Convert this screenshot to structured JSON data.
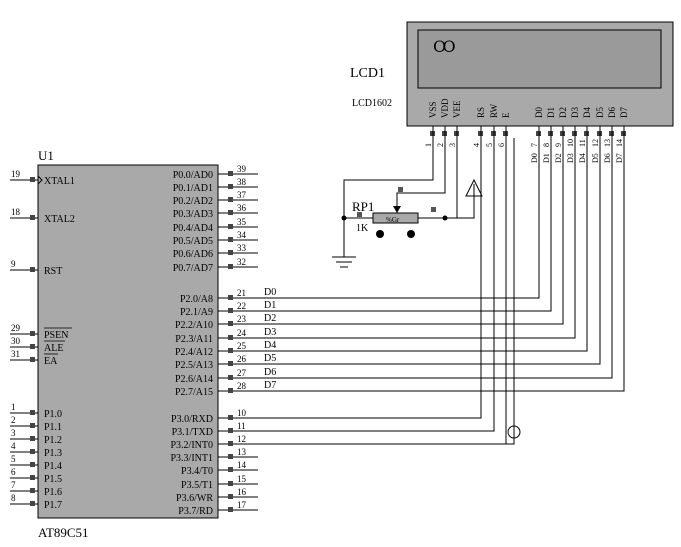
{
  "lcd": {
    "ref": "LCD1",
    "part": "LCD1602",
    "display_glyph": "Ꝏ",
    "pins": [
      {
        "name": "VSS",
        "num": "1"
      },
      {
        "name": "VDD",
        "num": "2"
      },
      {
        "name": "VEE",
        "num": "3"
      },
      {
        "name": "RS",
        "num": "4"
      },
      {
        "name": "RW",
        "num": "5"
      },
      {
        "name": "E",
        "num": "6"
      },
      {
        "name": "D0",
        "num": "7"
      },
      {
        "name": "D1",
        "num": "8"
      },
      {
        "name": "D2",
        "num": "9"
      },
      {
        "name": "D3",
        "num": "10"
      },
      {
        "name": "D4",
        "num": "11"
      },
      {
        "name": "D5",
        "num": "12"
      },
      {
        "name": "D6",
        "num": "13"
      },
      {
        "name": "D7",
        "num": "14"
      }
    ]
  },
  "pot": {
    "ref": "RP1",
    "value": "1K",
    "body_text": "%Gr"
  },
  "mcu": {
    "ref": "U1",
    "part": "AT89C51",
    "left_pins": [
      {
        "num": "19",
        "name": "XTAL1"
      },
      {
        "num": "18",
        "name": "XTAL2"
      },
      {
        "num": "9",
        "name": "RST"
      },
      {
        "num": "29",
        "name": "PSEN"
      },
      {
        "num": "30",
        "name": "ALE"
      },
      {
        "num": "31",
        "name": "EA"
      },
      {
        "num": "1",
        "name": "P1.0"
      },
      {
        "num": "2",
        "name": "P1.1"
      },
      {
        "num": "3",
        "name": "P1.2"
      },
      {
        "num": "4",
        "name": "P1.3"
      },
      {
        "num": "5",
        "name": "P1.4"
      },
      {
        "num": "6",
        "name": "P1.5"
      },
      {
        "num": "7",
        "name": "P1.6"
      },
      {
        "num": "8",
        "name": "P1.7"
      }
    ],
    "right_pins": [
      {
        "num": "39",
        "name": "P0.0/AD0"
      },
      {
        "num": "38",
        "name": "P0.1/AD1"
      },
      {
        "num": "37",
        "name": "P0.2/AD2"
      },
      {
        "num": "36",
        "name": "P0.3/AD3"
      },
      {
        "num": "35",
        "name": "P0.4/AD4"
      },
      {
        "num": "34",
        "name": "P0.5/AD5"
      },
      {
        "num": "33",
        "name": "P0.6/AD6"
      },
      {
        "num": "32",
        "name": "P0.7/AD7"
      },
      {
        "num": "21",
        "name": "P2.0/A8",
        "net": "D0"
      },
      {
        "num": "22",
        "name": "P2.1/A9",
        "net": "D1"
      },
      {
        "num": "23",
        "name": "P2.2/A10",
        "net": "D2"
      },
      {
        "num": "24",
        "name": "P2.3/A11",
        "net": "D3"
      },
      {
        "num": "25",
        "name": "P2.4/A12",
        "net": "D4"
      },
      {
        "num": "26",
        "name": "P2.5/A13",
        "net": "D5"
      },
      {
        "num": "27",
        "name": "P2.6/A14",
        "net": "D6"
      },
      {
        "num": "28",
        "name": "P2.7/A15",
        "net": "D7"
      },
      {
        "num": "10",
        "name": "P3.0/RXD"
      },
      {
        "num": "11",
        "name": "P3.1/TXD"
      },
      {
        "num": "12",
        "name": "P3.2/INT0"
      },
      {
        "num": "13",
        "name": "P3.3/INT1"
      },
      {
        "num": "14",
        "name": "P3.4/T0"
      },
      {
        "num": "15",
        "name": "P3.5/T1"
      },
      {
        "num": "16",
        "name": "P3.6/WR"
      },
      {
        "num": "17",
        "name": "P3.7/RD"
      }
    ]
  },
  "colors": {
    "chip_fill": "#a9a9a9",
    "lcd_fill": "#a9a9a9",
    "lcd_screen": "#9a9a9a",
    "wire": "#000000"
  }
}
